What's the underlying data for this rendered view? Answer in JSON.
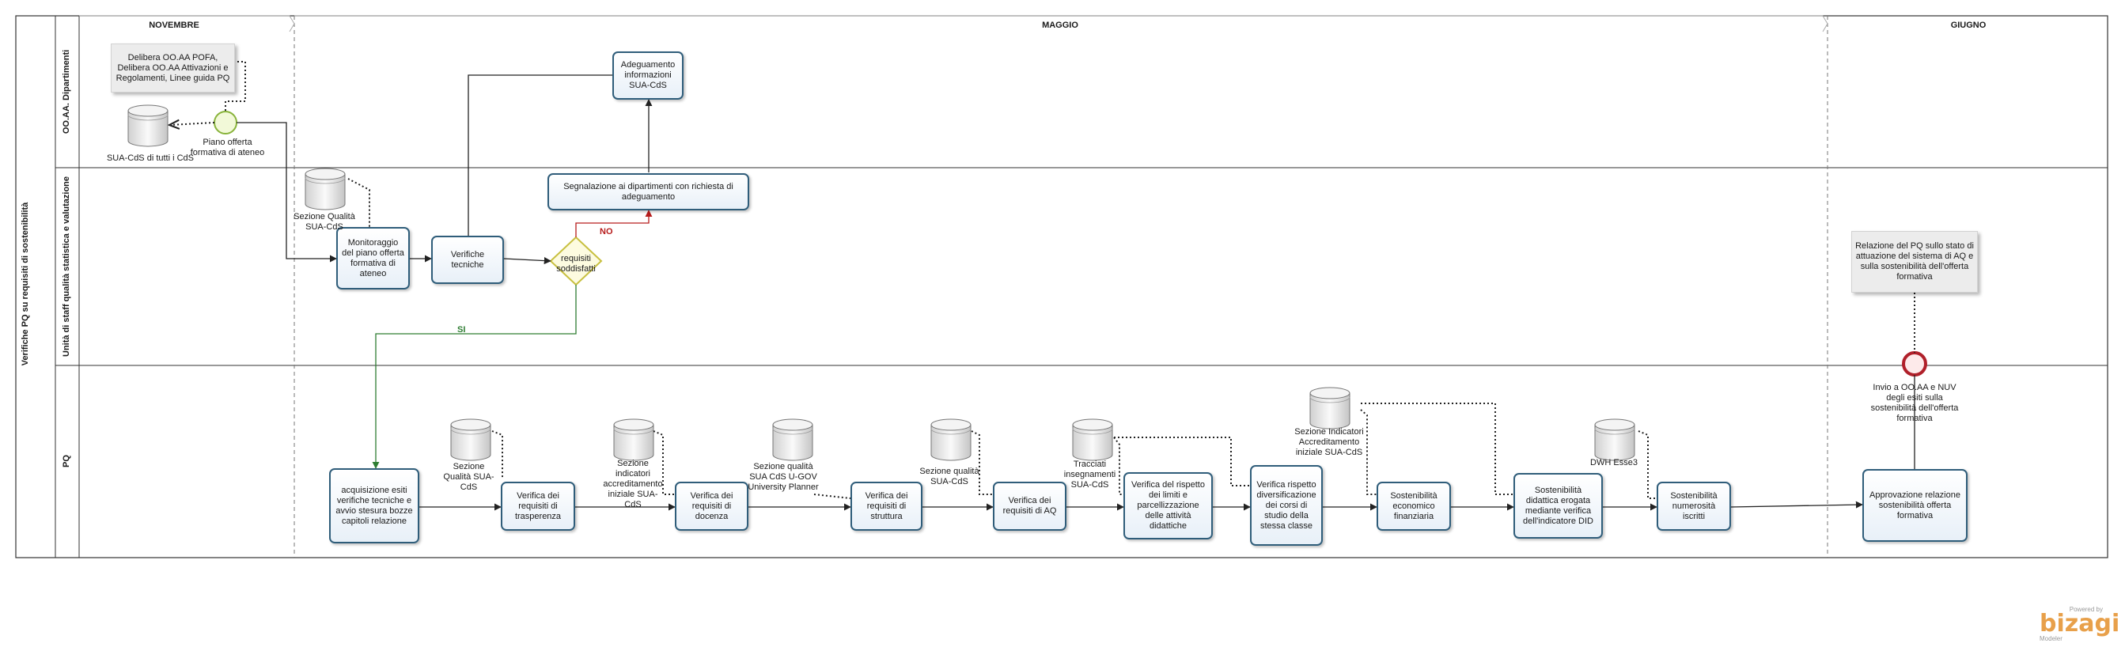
{
  "pool": {
    "title": "Verifiche PQ su requisiti di sostenibilità"
  },
  "lanes": [
    {
      "label": "OO.AA. Dipartimenti"
    },
    {
      "label": "Unità di staff qualità statistica e valutazione"
    },
    {
      "label": "PQ"
    }
  ],
  "phases": [
    "NOVEMBRE",
    "MAGGIO",
    "GIUGNO"
  ],
  "notes": {
    "delibera": "Delibera OO.AA POFA, Delibera OO.AA Attivazioni e Regolamenti, Linee guida PQ",
    "relazione": "Relazione del PQ sullo stato di attuazione del sistema di AQ e sulla sostenibilità dell'offerta formativa"
  },
  "events": {
    "start": "Piano offerta formativa di ateneo",
    "end": "Invio a OO.AA e NUV degli esiti sulla sostenibilità dell'offerta formativa"
  },
  "gateway": {
    "label": "requisiti soddisfatti",
    "no": "NO",
    "yes": "SI"
  },
  "tasks": {
    "adeguamento": "Adeguamento informazioni SUA-CdS",
    "segnalazione": "Segnalazione ai dipartimenti con richiesta di adeguamento",
    "monitoraggio": "Monitoraggio del piano offerta formativa di ateneo",
    "verifiche_tecniche": "Verifiche tecniche",
    "acquisizione": "acquisizione esiti verifiche tecniche e avvio stesura bozze capitoli relazione",
    "trasparenza": "Verifica dei requisiti di trasperenza",
    "docenza": "Verifica dei requisiti di docenza",
    "struttura": "Verifica dei requisiti di struttura",
    "aq": "Verifica dei requisiti di AQ",
    "limiti": "Verifica del rispetto dei limiti e parcellizzazione delle attività didattiche",
    "diversificazione": "Verifica rispetto diversificazione dei corsi di studio della stessa classe",
    "economico": "Sostenibilità economico finanziaria",
    "didattica": "Sostenibilità didattica erogata mediante verifica dell'indicatore DID",
    "numerosita": "Sostenibilità numerosità iscritti",
    "approvazione": "Approvazione relazione sostenibilità offerta formativa"
  },
  "datastores": {
    "sua_tutti": "SUA-CdS di tutti i CdS",
    "sez_qualita_staff": "Sezione Qualità SUA-CdS",
    "sez_qualita_pq": "Sezione Qualità SUA-CdS",
    "indicatori1": "Sezione indicatori accreditamento iniziale SUA-CdS",
    "ugov": "Sezione qualità SUA CdS U-GOV University Planner",
    "qualita2": "Sezione qualità SUA-CdS",
    "tracciati": "Tracciati insegnamenti SUA-CdS",
    "indicatori2": "Sezione Indicatori Accreditamento iniziale SUA-CdS",
    "dwh": "DWH Esse3"
  },
  "logo": {
    "powered": "Powered by",
    "name": "bizagi",
    "sub": "Modeler"
  },
  "colors": {
    "task_border": "#2f5d7a",
    "start": "#88b33a",
    "end": "#b0202a",
    "gateway": "#c8c040",
    "yes": "#2e7d32",
    "no": "#b71c1c"
  }
}
